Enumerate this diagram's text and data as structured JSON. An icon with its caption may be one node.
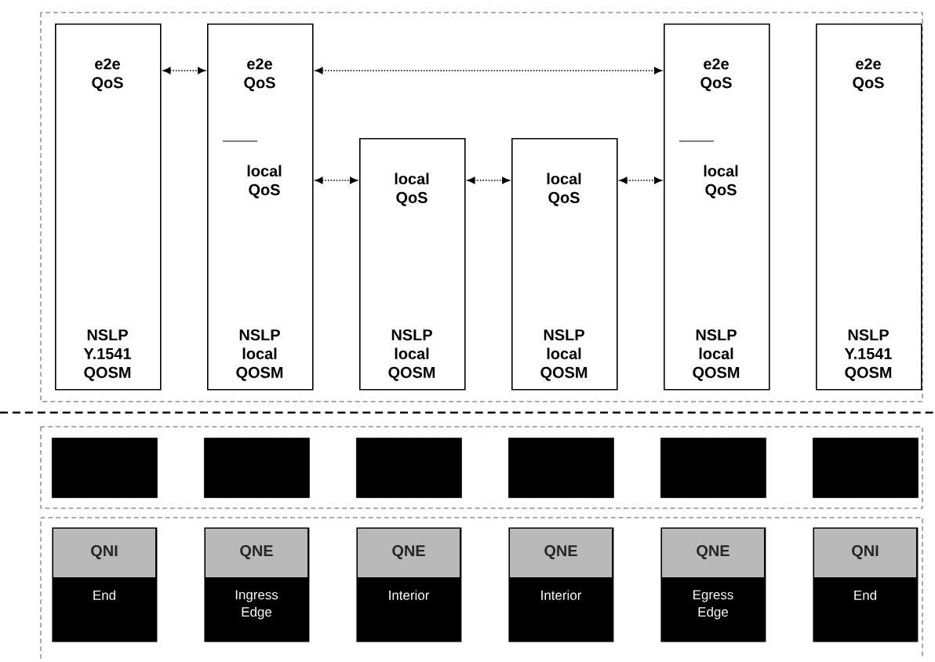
{
  "diagram": {
    "nodes": [
      {
        "text": [
          "e2e QoS",
          "NSLP Y.1541 QOSM"
        ]
      },
      {
        "text": [
          "e2e QoS",
          "local QoS",
          "NSLP local QOSM"
        ]
      },
      {
        "text": [
          "local QoS",
          "NSLP local QOSM"
        ]
      },
      {
        "text": [
          "local QoS",
          "NSLP local QOSM"
        ]
      },
      {
        "text": [
          "e2e QoS",
          "local QoS",
          "NSLP local QOSM"
        ]
      },
      {
        "text": [
          "e2e QoS",
          "NSLP Y.1541 QOSM"
        ]
      },
      {
        "text": [],
        "shape": "box"
      },
      {
        "text": [],
        "shape": "box"
      },
      {
        "text": [],
        "shape": "box"
      },
      {
        "text": [],
        "shape": "box"
      },
      {
        "text": [],
        "shape": "box"
      },
      {
        "text": [],
        "shape": "box"
      },
      {
        "text": [
          "QNI",
          "End"
        ]
      },
      {
        "text": [
          "QNE",
          "Ingress Edge"
        ]
      },
      {
        "text": [
          "QNE",
          "Interior"
        ]
      },
      {
        "text": [
          "QNE",
          "Interior"
        ]
      },
      {
        "text": [
          "QNE",
          "Egress Edge"
        ]
      },
      {
        "text": [
          "QNI",
          "End"
        ]
      }
    ],
    "edges": [
      {
        "from": 0,
        "to": 1,
        "arrow": "both",
        "style": "dashed"
      },
      {
        "from": 1,
        "to": 4,
        "arrow": "both",
        "style": "dashed"
      },
      {
        "from": 1,
        "to": 2,
        "arrow": "both",
        "style": "dashed"
      },
      {
        "from": 2,
        "to": 3,
        "arrow": "both",
        "style": "dashed"
      },
      {
        "from": 3,
        "to": 4,
        "arrow": "both",
        "style": "dashed"
      }
    ]
  }
}
